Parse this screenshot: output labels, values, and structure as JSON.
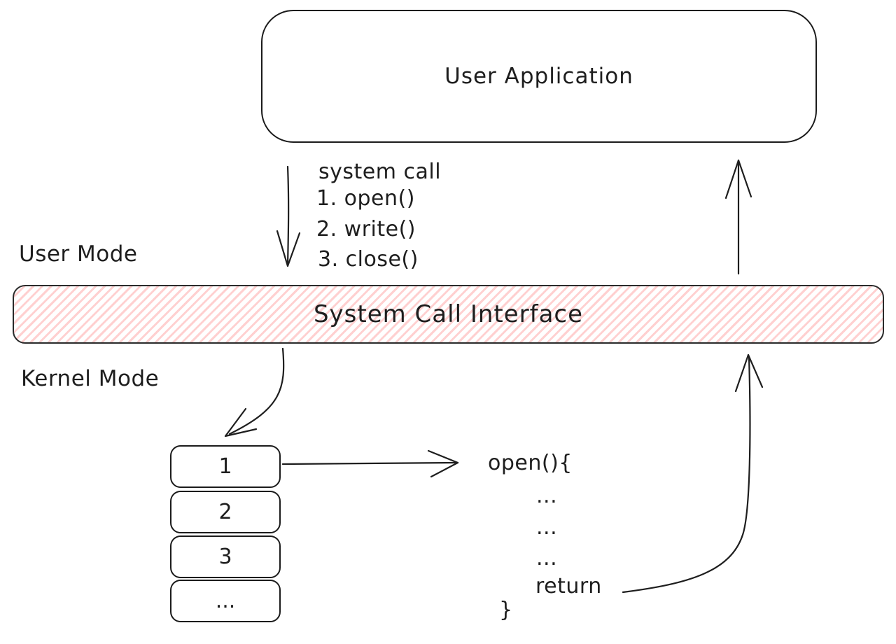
{
  "colors": {
    "stroke": "#1e1e1e",
    "hatch_fill": "#ffd0d0",
    "background": "#ffffff"
  },
  "app_box": {
    "label": "User Application"
  },
  "syscall_annotation": {
    "title": "system call",
    "items": [
      "1. open()",
      "2. write()",
      "3. close()"
    ]
  },
  "mode_labels": {
    "user": "User Mode",
    "kernel": "Kernel Mode"
  },
  "interface_bar": {
    "label": "System Call Interface"
  },
  "syscall_table": {
    "rows": [
      "1",
      "2",
      "3",
      "..."
    ]
  },
  "kernel_code": {
    "open_line": "open(){",
    "body_lines": [
      "...",
      "...",
      "..."
    ],
    "return_line": "return",
    "close_brace": "}"
  }
}
